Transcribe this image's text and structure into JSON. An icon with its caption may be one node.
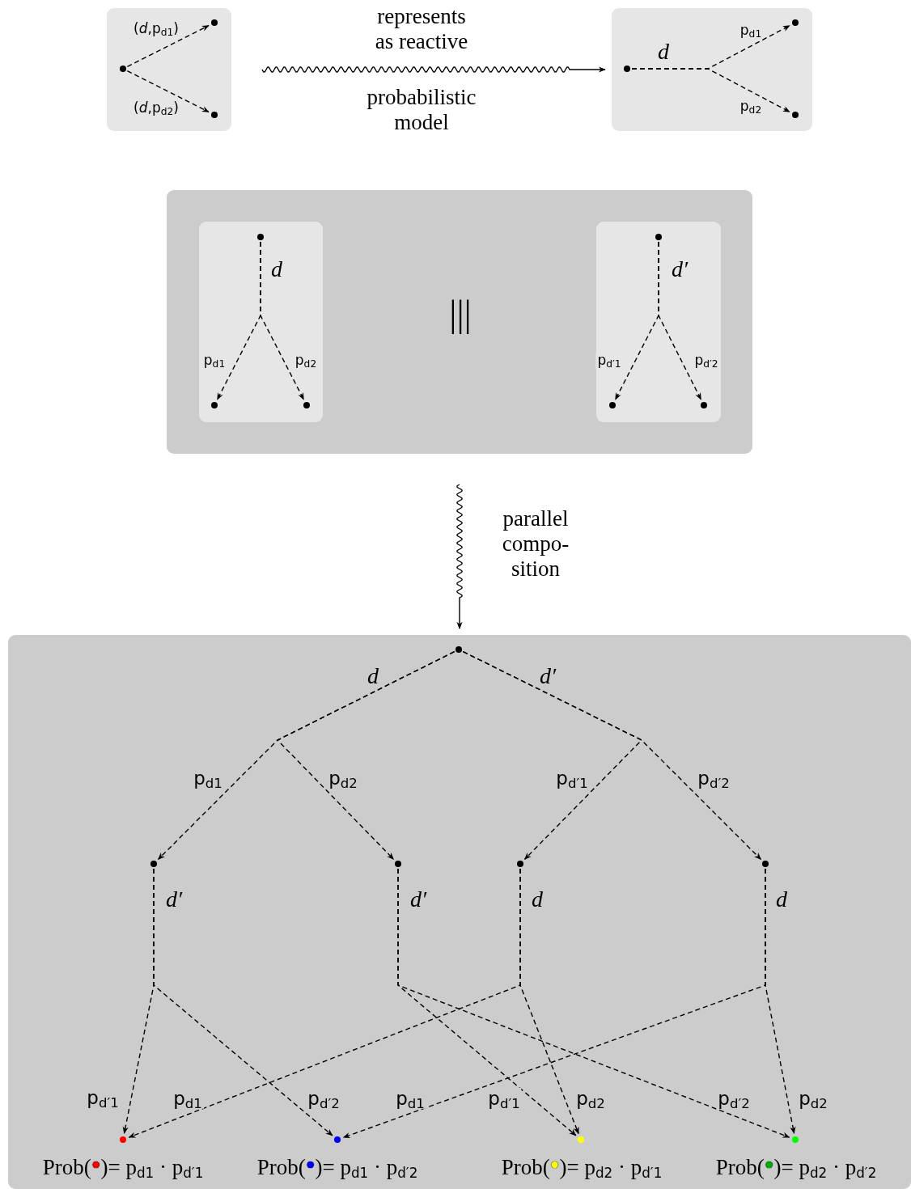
{
  "diagram": {
    "nodes": [
      {
        "text": [],
        "shape": "box"
      },
      {
        "text": [],
        "shape": "circle",
        "in": 0
      },
      {
        "text": [],
        "shape": "circle",
        "in": 0
      },
      {
        "text": [],
        "shape": "circle",
        "in": 0
      },
      {
        "text": [],
        "shape": "box"
      },
      {
        "text": [],
        "shape": "circle",
        "in": 4
      },
      {
        "text": [],
        "shape": "circle",
        "in": 4
      },
      {
        "text": [],
        "shape": "circle",
        "in": 4
      },
      {
        "text": [],
        "shape": "box"
      },
      {
        "text": [],
        "shape": "box",
        "in": 8
      },
      {
        "text": [],
        "shape": "circle",
        "in": 9
      },
      {
        "text": [],
        "shape": "circle",
        "in": 9
      },
      {
        "text": [],
        "shape": "circle",
        "in": 9
      },
      {
        "text": [],
        "shape": "box",
        "in": 8
      },
      {
        "text": [],
        "shape": "circle",
        "in": 13
      },
      {
        "text": [],
        "shape": "circle",
        "in": 13
      },
      {
        "text": [],
        "shape": "circle",
        "in": 13
      },
      {
        "text": [],
        "shape": "box"
      },
      {
        "text": [],
        "shape": "circle",
        "in": 17
      },
      {
        "text": [],
        "shape": "circle",
        "in": 17
      },
      {
        "text": [],
        "shape": "circle",
        "in": 17
      },
      {
        "text": [],
        "shape": "circle",
        "in": 17
      },
      {
        "text": [],
        "shape": "circle",
        "in": 17
      },
      {
        "text": [],
        "shape": "circle",
        "in": 17,
        "beside": [
          "Prob(•)= p$_{d1}$ · p$_{d′1}$"
        ]
      },
      {
        "text": [],
        "shape": "circle",
        "in": 17,
        "beside": [
          "Prob(•)= p$_{d1}$ · p$_{d′2}$"
        ]
      },
      {
        "text": [],
        "shape": "circle",
        "in": 17,
        "beside": [
          "Prob(•)= p$_{d2}$ · p$_{d′1}$"
        ]
      },
      {
        "text": [],
        "shape": "circle",
        "in": 17,
        "beside": [
          "Prob(•)= p$_{d2}$ · p$_{d′2}$"
        ]
      }
    ],
    "edges": [
      {
        "from": 1,
        "to": 2,
        "arrow": "to",
        "style": "dashed",
        "label": "(*d*,p$_{d1}$)"
      },
      {
        "from": 1,
        "to": 3,
        "arrow": "to",
        "style": "dashed",
        "label": "(*d*,p$_{d2}$)"
      },
      {
        "from": 0,
        "to": 4,
        "arrow": "to",
        "label": "represents as reactive"
      },
      {
        "from": 5,
        "to": 6,
        "arrow": "to",
        "style": "dashed",
        "label": "p$_{d1}$"
      },
      {
        "from": 5,
        "to": 7,
        "arrow": "to",
        "style": "dashed",
        "label": "p$_{d2}$"
      },
      {
        "from": 10,
        "to": 11,
        "arrow": "to",
        "style": "dashed",
        "label": "p$_{d1}$"
      },
      {
        "from": 10,
        "to": 12,
        "arrow": "to",
        "style": "dashed",
        "label": "p$_{d2}$"
      },
      {
        "from": 14,
        "to": 15,
        "arrow": "to",
        "style": "dashed",
        "label": "p$_{d′1}$"
      },
      {
        "from": 14,
        "to": 16,
        "arrow": "to",
        "style": "dashed",
        "label": "p$_{d′2}$"
      },
      {
        "from": 8,
        "to": 17,
        "arrow": "to",
        "label": "parallel compo- sition"
      },
      {
        "from": 18,
        "to": 19,
        "arrow": "to",
        "style": "dashed",
        "label": "p$_{d1}$"
      },
      {
        "from": 18,
        "to": 20,
        "arrow": "to",
        "style": "dashed",
        "label": "p$_{d2}$"
      },
      {
        "from": 18,
        "to": 21,
        "arrow": "to",
        "style": "dashed",
        "label": "p$_{d′1}$"
      },
      {
        "from": 18,
        "to": 22,
        "arrow": "to",
        "style": "dashed",
        "label": "p$_{d′2}$"
      },
      {
        "from": 19,
        "to": 23,
        "arrow": "to",
        "style": "dashed",
        "label": "p$_{d′1}$"
      },
      {
        "from": 19,
        "to": 24,
        "arrow": "to",
        "style": "dashed",
        "label": "p$_{d′2}$"
      },
      {
        "from": 20,
        "to": 25,
        "arrow": "to",
        "style": "dashed",
        "label": "p$_{d′1}$"
      },
      {
        "from": 20,
        "to": 26,
        "arrow": "to",
        "style": "dashed",
        "label": "p$_{d′2}$"
      },
      {
        "from": 21,
        "to": 23,
        "arrow": "to",
        "style": "dashed",
        "label": "p$_{d1}$"
      },
      {
        "from": 21,
        "to": 25,
        "arrow": "to",
        "style": "dashed",
        "label": "p$_{d2}$"
      },
      {
        "from": 22,
        "to": 24,
        "arrow": "to",
        "style": "dashed",
        "label": "p$_{d1}$"
      },
      {
        "from": 22,
        "to": 26,
        "arrow": "to",
        "style": "dashed",
        "label": "p$_{d2}$"
      }
    ],
    "labels": [
      "probabilistic model",
      "d",
      "d",
      "|||",
      "d′",
      "d",
      "d′",
      "d′",
      "d′",
      "d",
      "d"
    ]
  }
}
